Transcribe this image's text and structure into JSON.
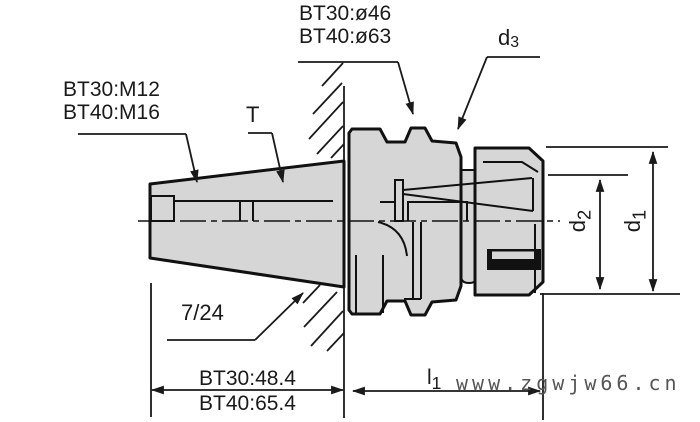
{
  "diagram": {
    "type": "technical-drawing",
    "subject": "BT30/BT40 7:24 taper collet chuck tool holder, side section view",
    "annotations": {
      "flange_diameter": {
        "line1": "BT30:ø46",
        "line2": "BT40:ø63"
      },
      "pullstud_thread": {
        "line1": "BT30:M12",
        "line2": "BT40:M16"
      },
      "taper_label": "T",
      "taper_ratio": "7/24",
      "d3": {
        "base": "d",
        "sub": "3"
      },
      "d2": {
        "base": "d",
        "sub": "2"
      },
      "d1": {
        "base": "d",
        "sub": "1"
      },
      "l1": {
        "base": "l",
        "sub": "1"
      },
      "gauge_length": {
        "line1": "BT30:48.4",
        "line2": "BT40:65.4"
      }
    },
    "watermark": "www.zgwjw66.cn",
    "colors": {
      "body_fill": "#d6d6d6",
      "outline": "#111111",
      "dim_line": "#1a1a1a",
      "watermark": "#565656",
      "background": "#ffffff"
    }
  }
}
